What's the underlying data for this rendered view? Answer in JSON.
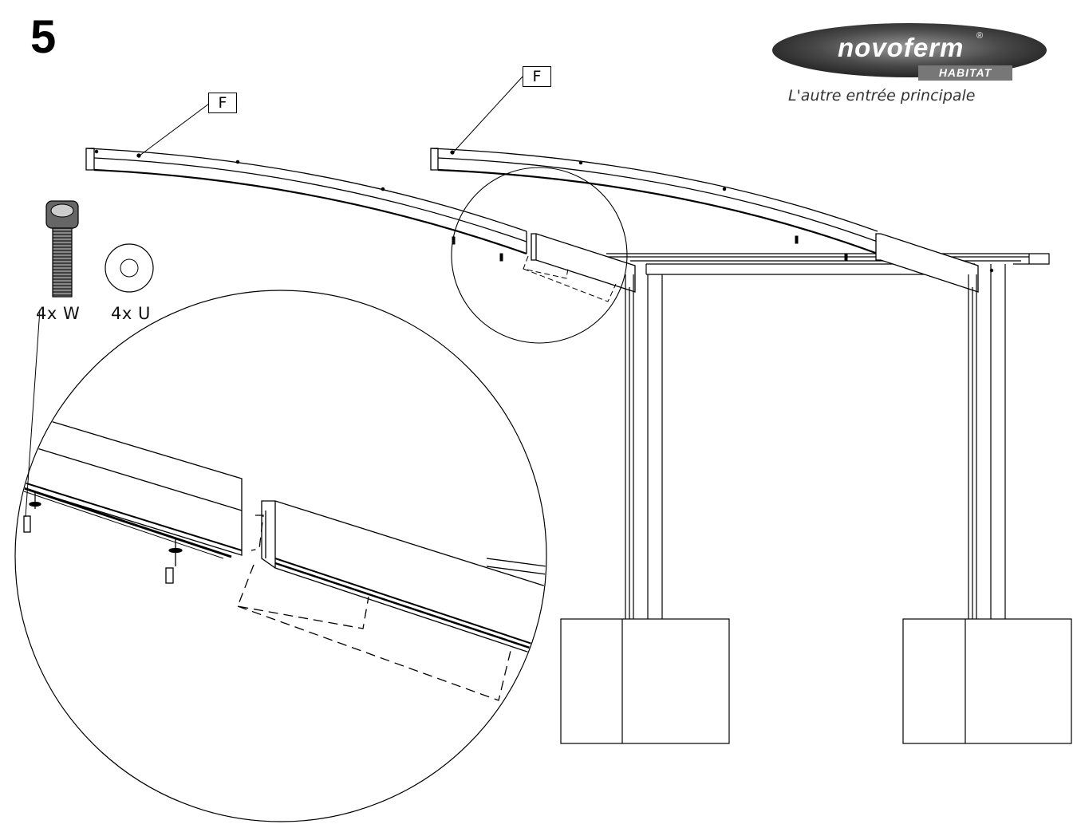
{
  "step": {
    "number": "5"
  },
  "parts": {
    "beam_label_left": "F",
    "beam_label_right": "F"
  },
  "fasteners": {
    "screw_label": "4x W",
    "washer_label": "4x U"
  },
  "brand": {
    "name": "novoferm",
    "sub": "HABITAT",
    "tagline": "L'autre entrée principale",
    "registered": "®"
  },
  "colors": {
    "line": "#000000",
    "logo_dark": "#2a2a2a",
    "logo_mid": "#8a8a8a",
    "screw_body": "#555555"
  }
}
